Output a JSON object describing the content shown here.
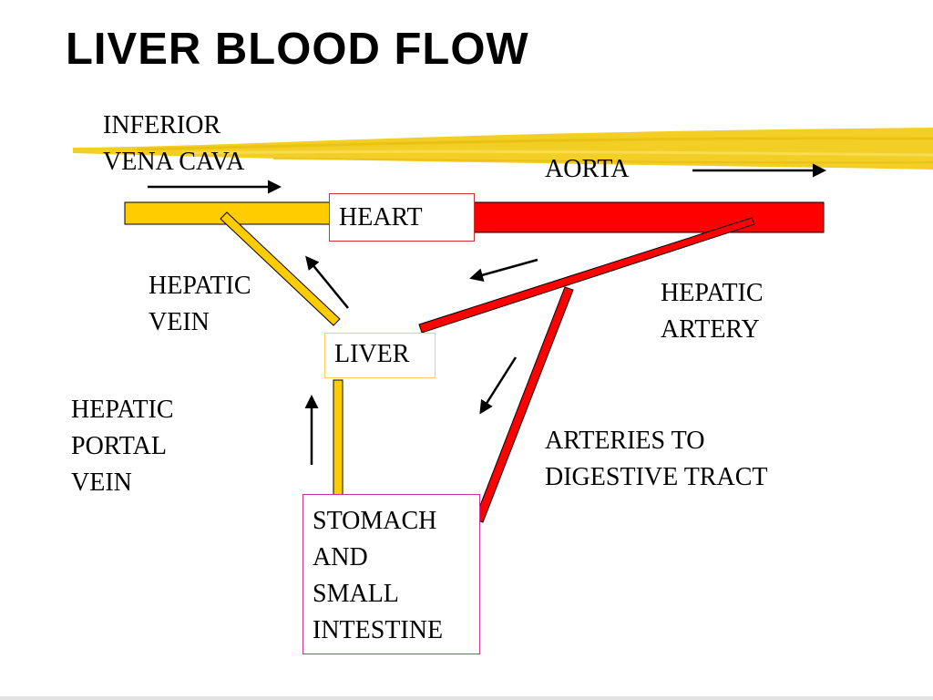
{
  "title": "LIVER BLOOD FLOW",
  "labels": {
    "ivc": [
      "INFERIOR",
      "VENA CAVA"
    ],
    "aorta": "AORTA",
    "hepatic_vein": [
      "HEPATIC",
      "VEIN"
    ],
    "hepatic_artery": [
      "HEPATIC",
      "ARTERY"
    ],
    "hepatic_portal_vein": [
      "HEPATIC",
      "PORTAL",
      "VEIN"
    ],
    "arteries_digestive": [
      "ARTERIES TO",
      "DIGESTIVE TRACT"
    ]
  },
  "boxes": {
    "heart": "HEART",
    "liver": "LIVER",
    "stomach": [
      "STOMACH",
      "AND",
      "SMALL",
      "INTESTINE"
    ]
  },
  "colors": {
    "vein": "#FFCC00",
    "artery": "#FF0000",
    "heart_border": "#CC3333",
    "liver_border": "#FFCC66",
    "stomach_border": "#CC3399",
    "highlight": "#F2CC1A"
  }
}
